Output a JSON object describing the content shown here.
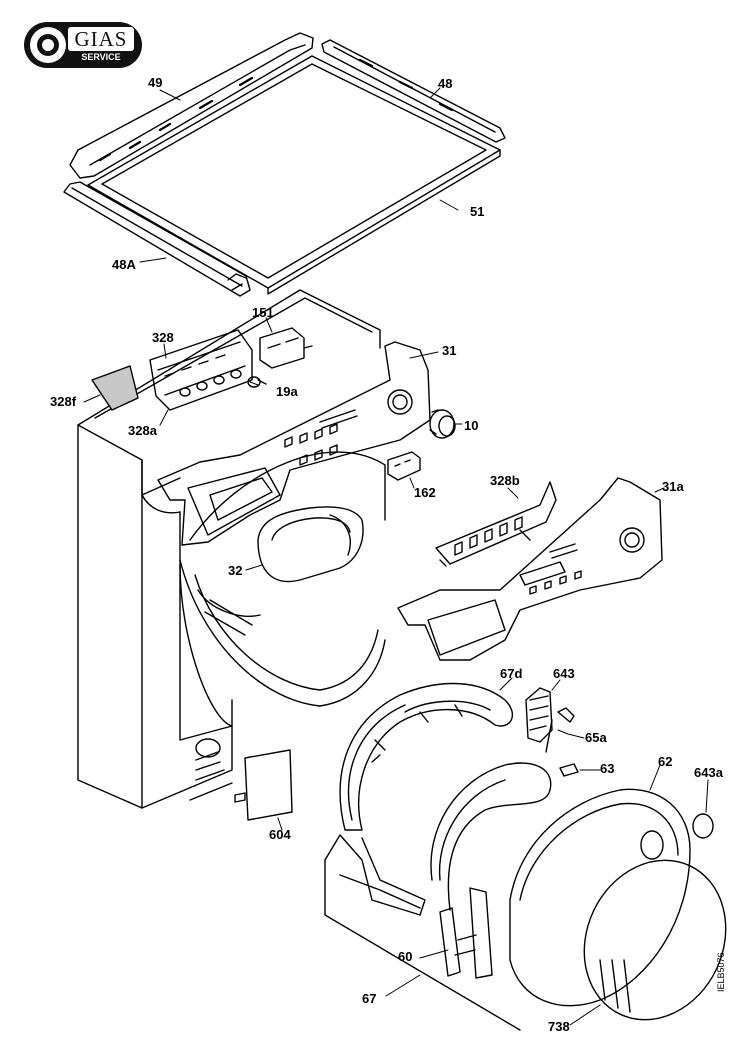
{
  "logo": {
    "brand": "GIAS",
    "subtitle": "SERVICE"
  },
  "drawing_code": "IELB5076",
  "parts": {
    "p49": "49",
    "p48": "48",
    "p51": "51",
    "p48A": "48A",
    "p151": "151",
    "p328": "328",
    "p31": "31",
    "p328f": "328f",
    "p19a": "19a",
    "p328a": "328a",
    "p10": "10",
    "p162": "162",
    "p328b": "328b",
    "p31a": "31a",
    "p32": "32",
    "p67d": "67d",
    "p643": "643",
    "p65a": "65a",
    "p63": "63",
    "p62": "62",
    "p643a": "643a",
    "p604": "604",
    "p60": "60",
    "p67": "67",
    "p738": "738"
  }
}
